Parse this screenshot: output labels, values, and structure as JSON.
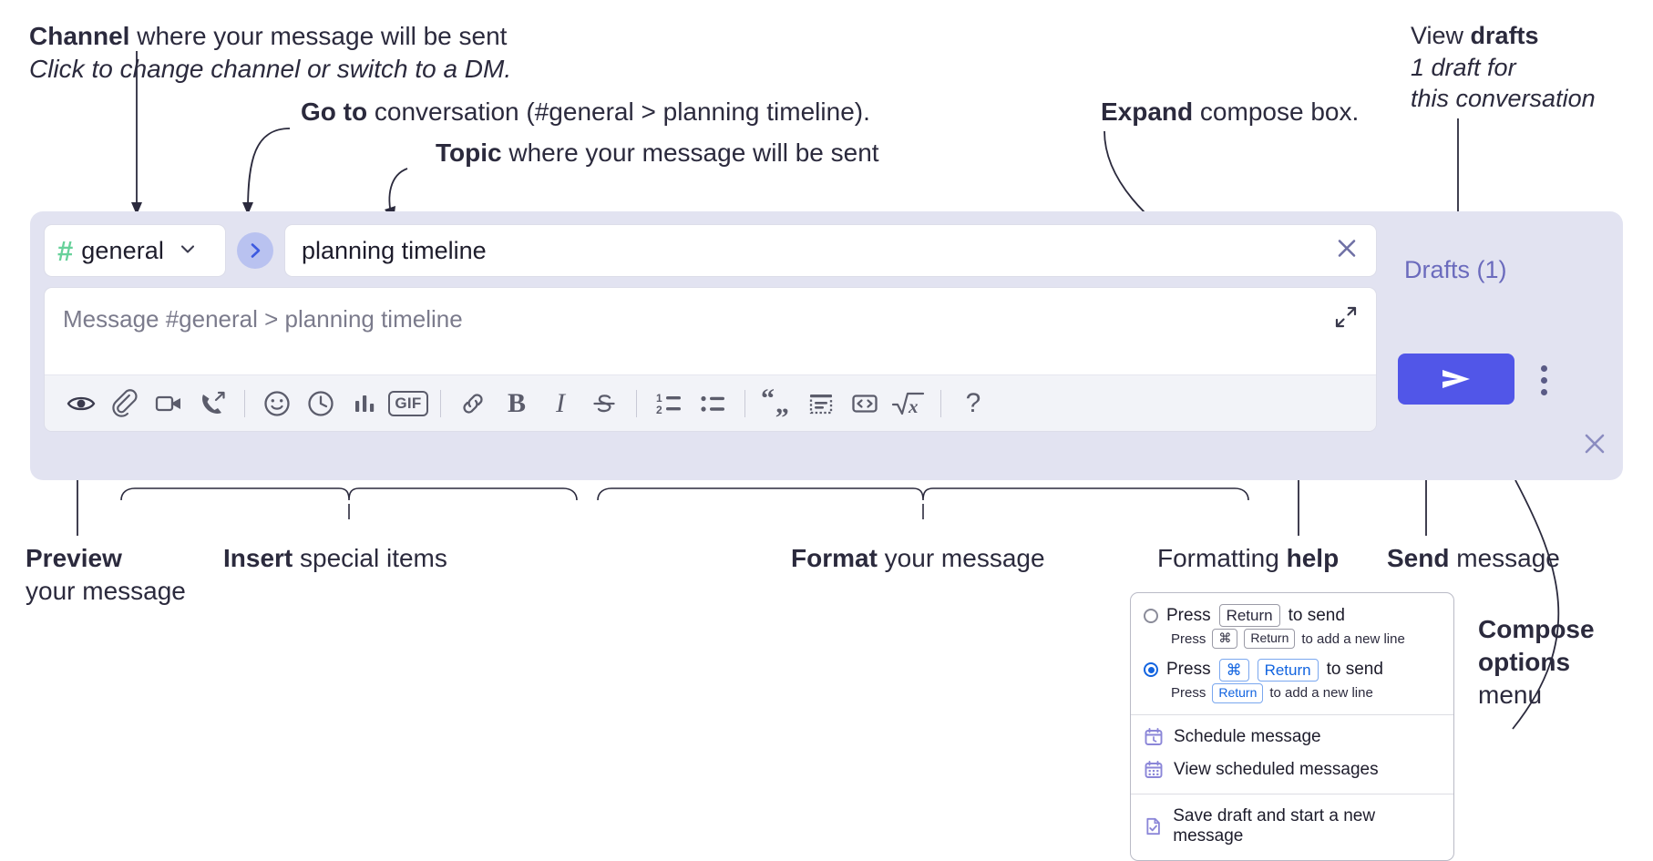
{
  "annotations": {
    "channel": {
      "bold": "Channel",
      "rest": " where your message will be sent",
      "italic": "Click to change channel or switch to a DM."
    },
    "goto": {
      "bold": "Go to",
      "rest": " conversation (#general > planning timeline)."
    },
    "topic": {
      "bold": "Topic",
      "rest": " where your message will be sent"
    },
    "expand": {
      "bold": "Expand",
      "rest": " compose box."
    },
    "drafts": {
      "bold_lead": "View ",
      "bold": "drafts",
      "italic_1": "1 draft for",
      "italic_2": "this conversation"
    },
    "preview": {
      "bold": "Preview",
      "rest": "your message"
    },
    "insert": {
      "bold": "Insert",
      "rest": " special items"
    },
    "format": {
      "bold": "Format",
      "rest": " your message"
    },
    "formatting_help": {
      "rest": "Formatting ",
      "bold": "help"
    },
    "send": {
      "bold": "Send",
      "rest": " message"
    },
    "compose_options": {
      "bold_1": "Compose",
      "bold_2": "options",
      "rest": "menu"
    }
  },
  "compose": {
    "channel": {
      "hash": "#",
      "name": "general",
      "chevron": "chevron-down-icon"
    },
    "goto_button_icon": "chevron-right-icon",
    "topic": {
      "value": "planning timeline",
      "clear_icon": "close-icon"
    },
    "message": {
      "placeholder": "Message #general > planning timeline",
      "expand_icon": "expand-icon"
    },
    "drafts_label": "Drafts (1)",
    "send_icon": "send-paper-plane-icon",
    "kebab_icon": "kebab-menu-icon",
    "close_icon": "close-icon",
    "toolbar": [
      {
        "name": "preview-icon",
        "label": "",
        "type": "eye"
      },
      {
        "name": "attachment-icon",
        "label": "",
        "type": "paperclip"
      },
      {
        "name": "video-icon",
        "label": "",
        "type": "video"
      },
      {
        "name": "huddle-icon",
        "label": "",
        "type": "phone"
      },
      {
        "name": "separator",
        "label": "",
        "type": "sep"
      },
      {
        "name": "emoji-icon",
        "label": "",
        "type": "smiley"
      },
      {
        "name": "reminder-clock-icon",
        "label": "",
        "type": "clock"
      },
      {
        "name": "poll-chart-icon",
        "label": "",
        "type": "bars"
      },
      {
        "name": "gif-icon",
        "label": "GIF",
        "type": "gif"
      },
      {
        "name": "separator",
        "label": "",
        "type": "sep"
      },
      {
        "name": "link-icon",
        "label": "",
        "type": "link"
      },
      {
        "name": "bold-icon",
        "label": "B",
        "type": "letter-b"
      },
      {
        "name": "italic-icon",
        "label": "I",
        "type": "letter-i"
      },
      {
        "name": "strikethrough-icon",
        "label": "S",
        "type": "strike"
      },
      {
        "name": "separator",
        "label": "",
        "type": "sep"
      },
      {
        "name": "ordered-list-icon",
        "label": "",
        "type": "ol"
      },
      {
        "name": "bulleted-list-icon",
        "label": "",
        "type": "ul"
      },
      {
        "name": "separator",
        "label": "",
        "type": "sep"
      },
      {
        "name": "blockquote-icon",
        "label": "",
        "type": "quote"
      },
      {
        "name": "code-block-icon",
        "label": "",
        "type": "codeblock"
      },
      {
        "name": "inline-code-icon",
        "label": "",
        "type": "code"
      },
      {
        "name": "math-icon",
        "label": "",
        "type": "math"
      },
      {
        "name": "separator",
        "label": "",
        "type": "sep"
      },
      {
        "name": "formatting-help-icon",
        "label": "?",
        "type": "qmark"
      }
    ]
  },
  "menu": {
    "options": [
      {
        "selected": false,
        "prefix": "Press",
        "keys": [
          "Return"
        ],
        "suffix": "to send",
        "sub_prefix": "Press",
        "sub_keys": [
          "⌘",
          "Return"
        ],
        "sub_suffix": "to add a new line"
      },
      {
        "selected": true,
        "prefix": "Press",
        "keys": [
          "⌘",
          "Return"
        ],
        "suffix": "to send",
        "sub_prefix": "Press",
        "sub_keys": [
          "Return"
        ],
        "sub_suffix": "to add a new line"
      }
    ],
    "items": [
      {
        "icon": "calendar-clock-icon",
        "label": "Schedule message"
      },
      {
        "icon": "calendar-grid-icon",
        "label": "View scheduled messages"
      },
      {
        "icon": "draft-check-icon",
        "label": "Save draft and start a new message"
      }
    ]
  },
  "colors": {
    "compose_bg": "#e2e3f1",
    "send_btn": "#5156e8",
    "hash_green": "#67d19a",
    "goto_circle": "#b9c2f0",
    "drafts_text": "#6b6bbd",
    "radio_blue": "#1264e0",
    "menu_icon_purple": "#8b86d8"
  }
}
